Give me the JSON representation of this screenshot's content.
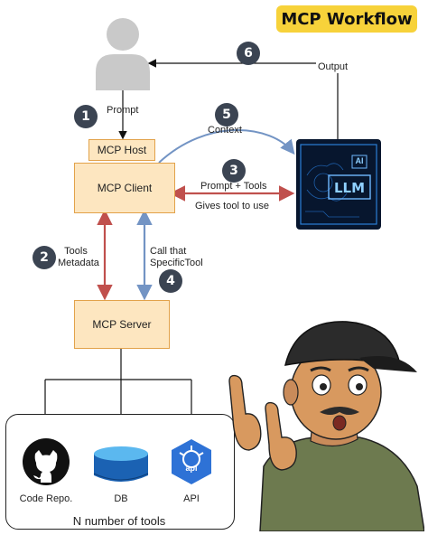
{
  "title": "MCP Workflow",
  "user": {
    "prompt_label": "Prompt"
  },
  "host": {
    "label": "MCP Host"
  },
  "client": {
    "label": "MCP Client"
  },
  "server": {
    "label": "MCP Server"
  },
  "llm": {
    "label": "LLM",
    "badge": "AI"
  },
  "steps": [
    {
      "num": "1",
      "text": "Prompt"
    },
    {
      "num": "2",
      "text_line1": "Tools",
      "text_line2": "Metadata"
    },
    {
      "num": "3",
      "text": "Prompt + Tools",
      "text_below": "Gives tool to use"
    },
    {
      "num": "4",
      "text_line1": "Call that",
      "text_line2": "SpecificTool"
    },
    {
      "num": "5",
      "text": "Context"
    },
    {
      "num": "6",
      "text": "Output"
    }
  ],
  "tools": {
    "caption": "N number of tools",
    "items": [
      {
        "label": "Code Repo.",
        "icon": "github-icon"
      },
      {
        "label": "DB",
        "icon": "database-icon"
      },
      {
        "label": "API",
        "icon": "api-icon",
        "badge": "api"
      }
    ]
  },
  "colors": {
    "red_arrow": "#c0504d",
    "blue_arrow": "#7394c4",
    "box_fill": "#fde6c0",
    "title_bg": "#f7d23a"
  }
}
